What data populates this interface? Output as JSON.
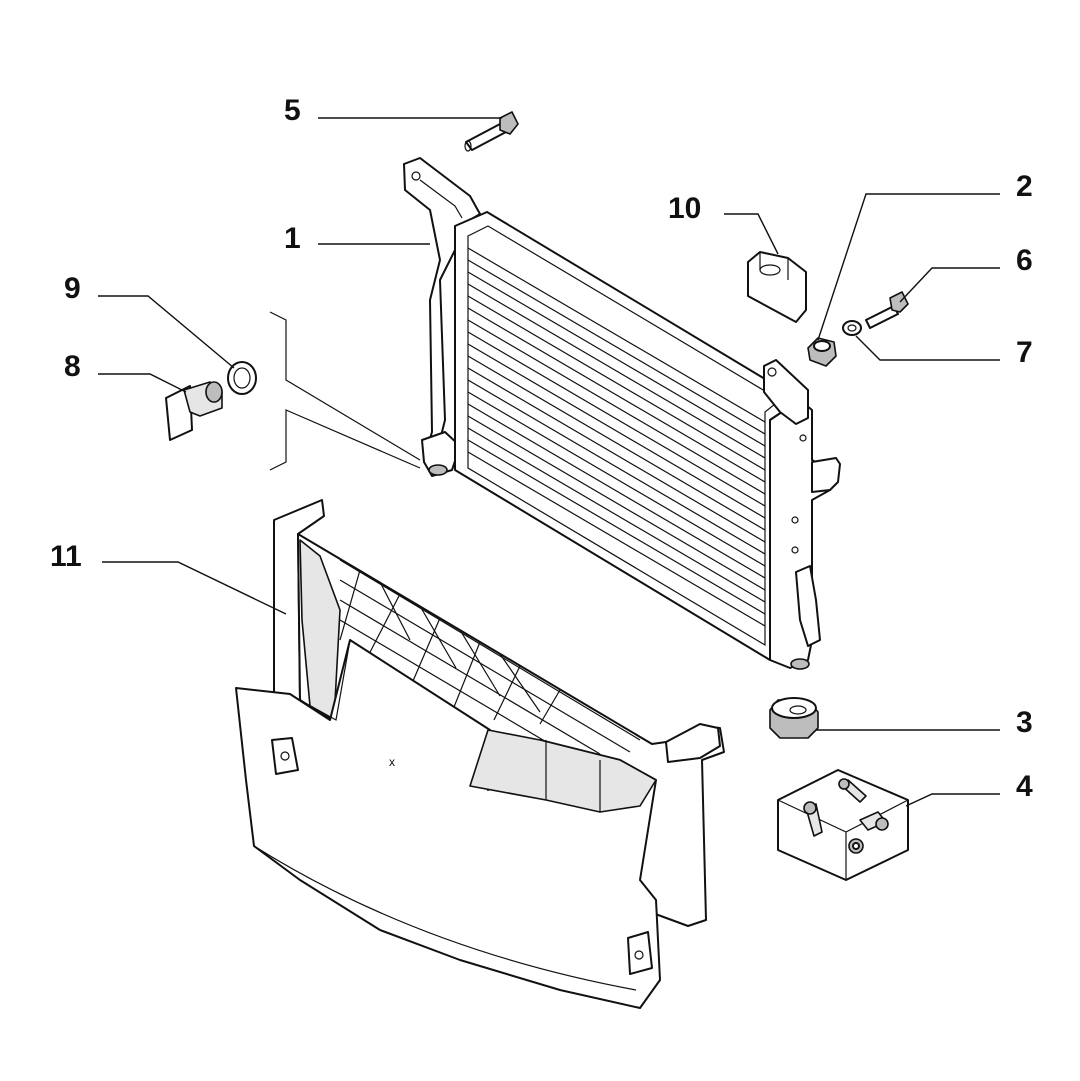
{
  "diagram": {
    "callouts": [
      {
        "id": "1",
        "label": "1"
      },
      {
        "id": "2",
        "label": "2"
      },
      {
        "id": "3",
        "label": "3"
      },
      {
        "id": "4",
        "label": "4"
      },
      {
        "id": "5",
        "label": "5"
      },
      {
        "id": "6",
        "label": "6"
      },
      {
        "id": "7",
        "label": "7"
      },
      {
        "id": "8",
        "label": "8"
      },
      {
        "id": "9",
        "label": "9"
      },
      {
        "id": "10",
        "label": "10"
      },
      {
        "id": "11",
        "label": "11"
      }
    ],
    "center_mark": "x"
  },
  "colors": {
    "line": "#111111",
    "fill": "#ffffff",
    "shade": "#e6e6e6",
    "dark_shade": "#bdbdbd"
  }
}
